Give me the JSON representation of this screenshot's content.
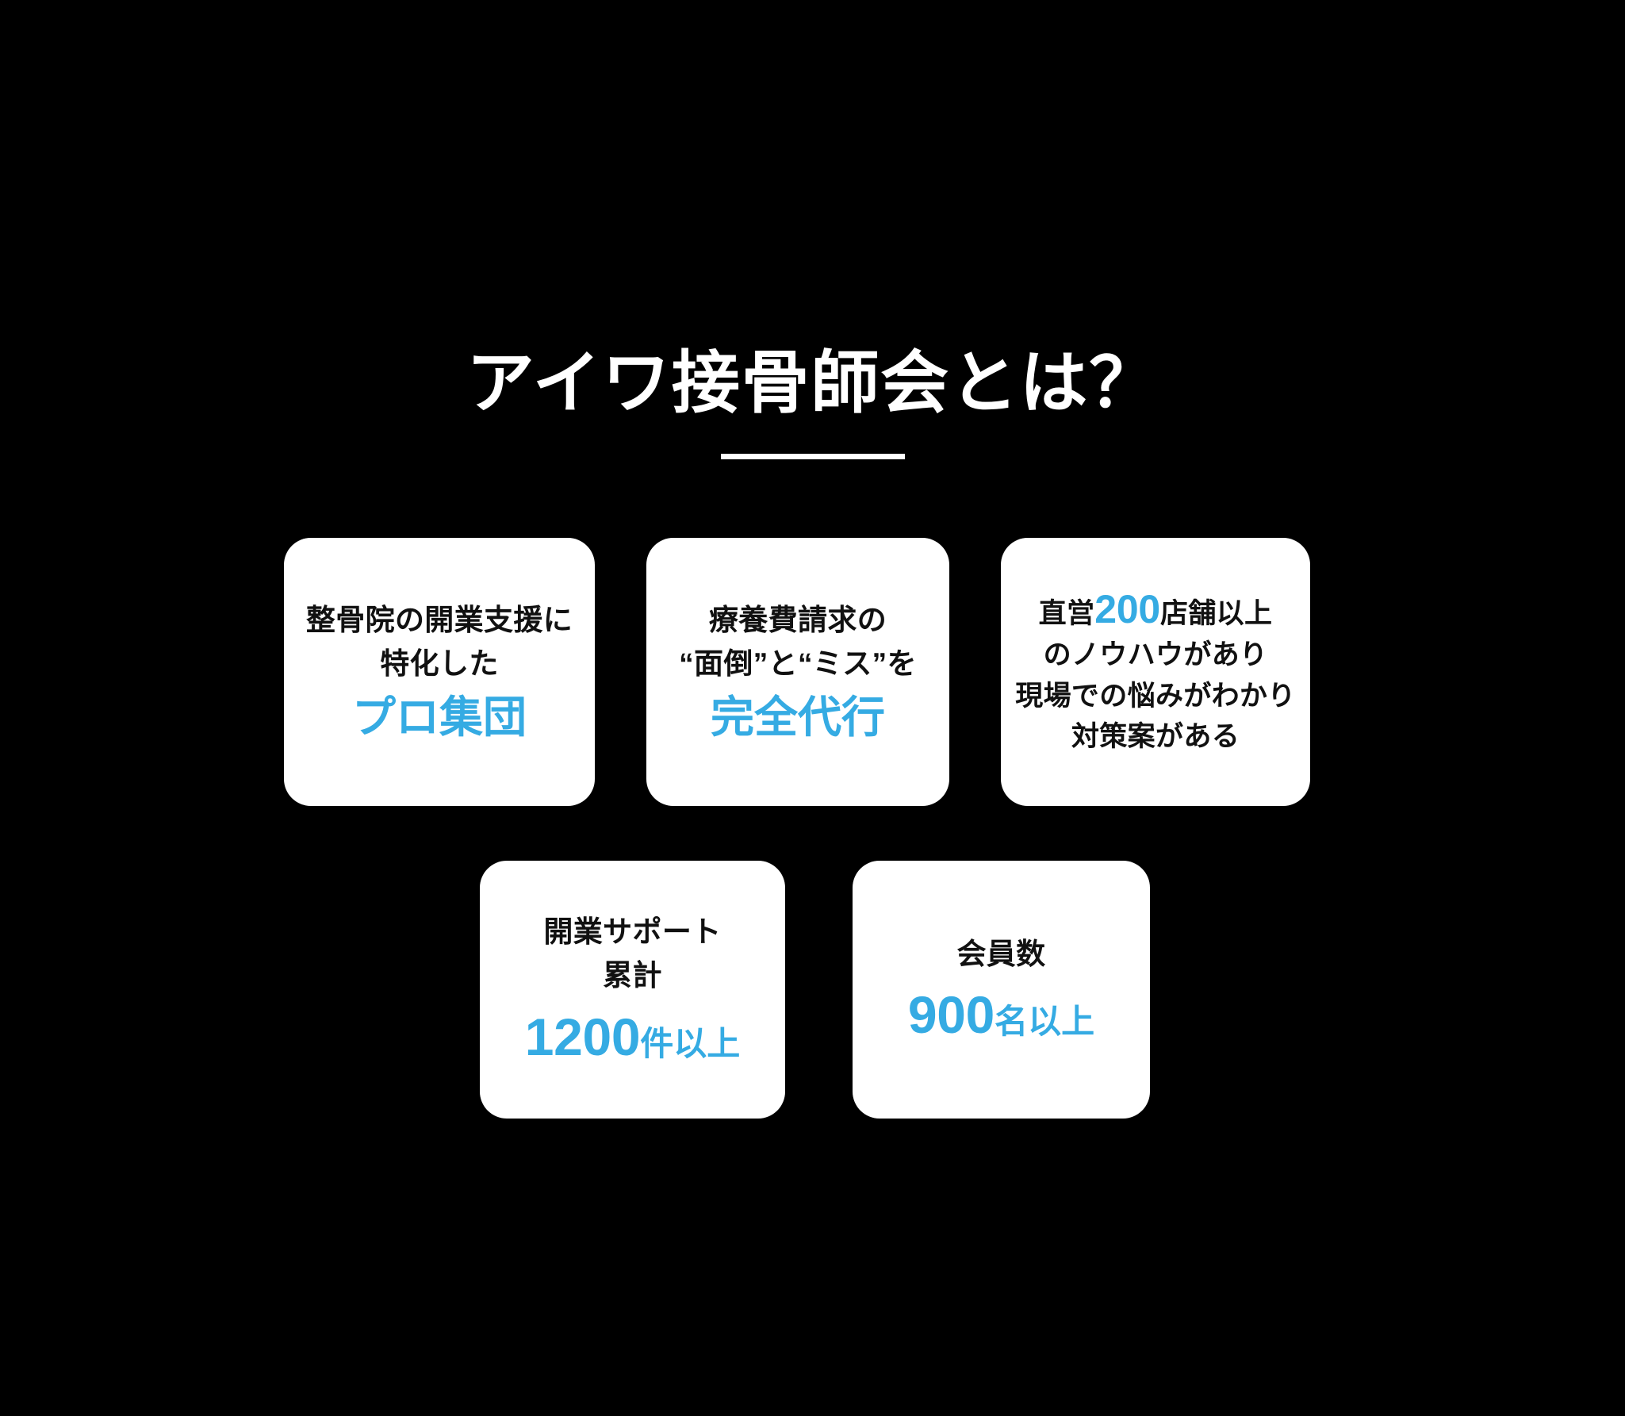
{
  "page": {
    "background_color": "#000000",
    "accent_color": "#35ABE3",
    "card_color": "#FFFFFF",
    "text_color": "#111111"
  },
  "heading": {
    "title": "アイワ接骨師会とは？"
  },
  "cards": {
    "row_top": [
      {
        "id": "pro-team",
        "lines": [
          "整骨院の開業支援に",
          "特化した"
        ],
        "highlight": "プロ集団"
      },
      {
        "id": "full-agency",
        "lines": [
          "療養費請求の",
          "“面倒”と“ミス”を"
        ],
        "highlight": "完全代行"
      },
      {
        "id": "200-stores",
        "prefix": "直営",
        "number": "200",
        "suffix": "店舗以上",
        "lines": [
          "のノウハウがあり",
          "現場での悩みがわかり",
          "対策案がある"
        ]
      }
    ],
    "row_bottom": [
      {
        "id": "support-total",
        "lines": [
          "開業サポート",
          "累計"
        ],
        "number": "1200",
        "unit": "件以上"
      },
      {
        "id": "member-count",
        "lines": [
          "会員数"
        ],
        "number": "900",
        "unit": "名以上"
      }
    ]
  }
}
